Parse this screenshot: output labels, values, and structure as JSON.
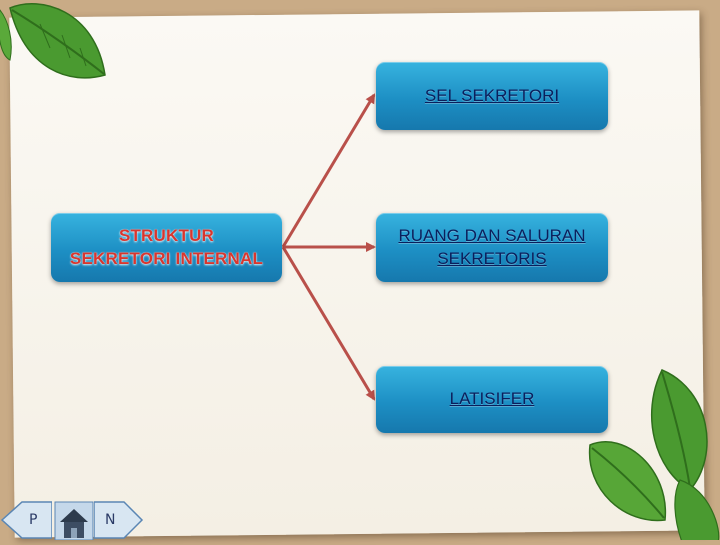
{
  "diagram": {
    "root": {
      "label": "STRUKTUR\nSEKRETORI INTERNAL"
    },
    "branches": [
      {
        "label": "SEL  SEKRETORI"
      },
      {
        "label": "RUANG DAN SALURAN\nSEKRETORIS"
      },
      {
        "label": "LATISIFER"
      }
    ]
  },
  "nav": {
    "prev_label": "P",
    "home_icon": "home-icon",
    "next_label": "N"
  },
  "colors": {
    "background": "#c9ab86",
    "box": "#1d8fc4",
    "arrow": "#b9504a",
    "root_text": "#d9362e",
    "link_text": "#0b1f5c",
    "leaf": "#3f8f2a"
  }
}
